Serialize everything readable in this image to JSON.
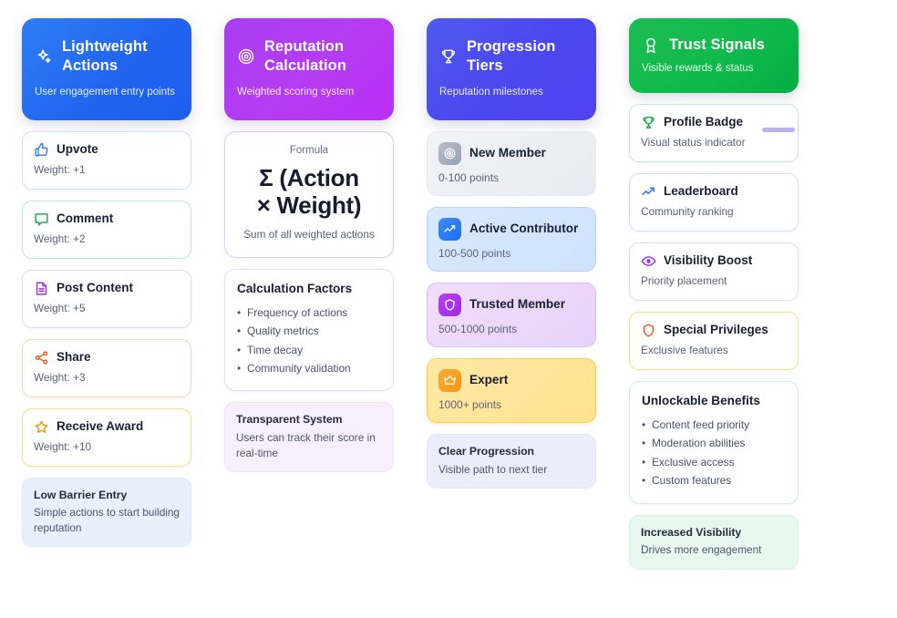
{
  "columns": [
    {
      "id": "lightweight-actions",
      "header": {
        "title": "Lightweight Actions",
        "subtitle": "User engagement entry points",
        "icon": "sparkles-icon",
        "theme": "blue"
      },
      "items": [
        {
          "title": "Upvote",
          "sub": "Weight: +1",
          "icon": "thumbs-up-icon",
          "accent": "#2f7ef5",
          "border": "b-blue"
        },
        {
          "title": "Comment",
          "sub": "Weight: +2",
          "icon": "comment-icon",
          "accent": "#16a34a",
          "border": "b-green"
        },
        {
          "title": "Post Content",
          "sub": "Weight: +5",
          "icon": "document-icon",
          "accent": "#a12fe0",
          "border": "b-purple"
        },
        {
          "title": "Share",
          "sub": "Weight: +3",
          "icon": "share-icon",
          "accent": "#f4581f",
          "border": "b-orange"
        },
        {
          "title": "Receive Award",
          "sub": "Weight: +10",
          "icon": "star-icon",
          "accent": "#f0970c",
          "border": "b-amber"
        }
      ],
      "note": {
        "title": "Low Barrier Entry",
        "sub": "Simple actions to start building reputation",
        "theme": "note-blue"
      }
    },
    {
      "id": "reputation-calculation",
      "header": {
        "title": "Reputation Calculation",
        "subtitle": "Weighted scoring system",
        "icon": "target-icon",
        "theme": "purple"
      },
      "formula": {
        "label": "Formula",
        "expression_line1": "Σ (Action",
        "expression_line2": "× Weight)",
        "footer": "Sum of all weighted actions"
      },
      "factors": {
        "heading": "Calculation Factors",
        "items": [
          "Frequency of actions",
          "Quality metrics",
          "Time decay",
          "Community validation"
        ]
      },
      "note": {
        "title": "Transparent System",
        "sub": "Users can track their score in real-time",
        "theme": "note-purple"
      }
    },
    {
      "id": "progression-tiers",
      "header": {
        "title": "Progression Tiers",
        "subtitle": "Reputation milestones",
        "icon": "trophy-icon",
        "theme": "indigo"
      },
      "tiers": [
        {
          "title": "New Member",
          "points": "0-100 points",
          "icon": "target-icon",
          "theme": "tier-grey",
          "badge": "badge-grey"
        },
        {
          "title": "Active Contributor",
          "points": "100-500 points",
          "icon": "trend-up-icon",
          "theme": "tier-blue",
          "badge": "badge-blue"
        },
        {
          "title": "Trusted Member",
          "points": "500-1000 points",
          "icon": "shield-icon",
          "theme": "tier-purple",
          "badge": "badge-purple"
        },
        {
          "title": "Expert",
          "points": "1000+ points",
          "icon": "crown-icon",
          "theme": "tier-amber",
          "badge": "badge-amber"
        }
      ],
      "note": {
        "title": "Clear Progression",
        "sub": "Visible path to next tier",
        "theme": "note-indigo"
      }
    },
    {
      "id": "trust-signals",
      "header": {
        "title": "Trust Signals",
        "subtitle": "Visible rewards & status",
        "icon": "award-ribbon-icon",
        "theme": "green"
      },
      "scroll_indicator_color": "#b9b2ee",
      "items": [
        {
          "title": "Profile Badge",
          "sub": "Visual status indicator",
          "icon": "trophy-icon",
          "accent": "#16a34a",
          "border": "b-green"
        },
        {
          "title": "Leaderboard",
          "sub": "Community ranking",
          "icon": "trend-up-icon",
          "accent": "#2f7ef5",
          "border": "b-blue"
        },
        {
          "title": "Visibility Boost",
          "sub": "Priority placement",
          "icon": "eye-icon",
          "accent": "#a12fe0",
          "border": "b-purple"
        },
        {
          "title": "Special Privileges",
          "sub": "Exclusive features",
          "icon": "shield-icon",
          "accent": "#f4581f",
          "border": "b-amber"
        }
      ],
      "benefits": {
        "heading": "Unlockable Benefits",
        "items": [
          "Content feed priority",
          "Moderation abilities",
          "Exclusive access",
          "Custom features"
        ]
      },
      "note": {
        "title": "Increased Visibility",
        "sub": "Drives more engagement",
        "theme": "note-green"
      }
    }
  ]
}
